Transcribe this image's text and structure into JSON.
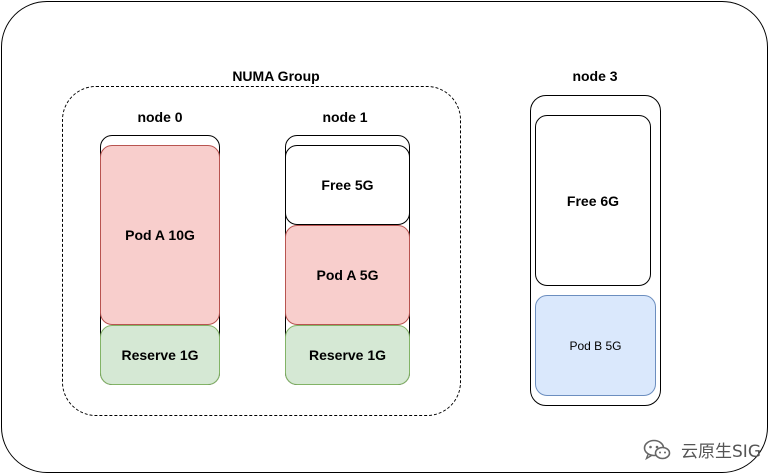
{
  "group": {
    "title": "NUMA Group"
  },
  "nodes": [
    {
      "title": "node 0",
      "blocks": [
        {
          "label": "Pod A 10G",
          "kind": "pod-a"
        },
        {
          "label": "Reserve 1G",
          "kind": "reserve"
        }
      ]
    },
    {
      "title": "node 1",
      "blocks": [
        {
          "label": "Free 5G",
          "kind": "free"
        },
        {
          "label": "Pod A 5G",
          "kind": "pod-a"
        },
        {
          "label": "Reserve 1G",
          "kind": "reserve"
        }
      ]
    },
    {
      "title": "node 3",
      "blocks": [
        {
          "label": "Free 6G",
          "kind": "free"
        },
        {
          "label": "Pod B 5G",
          "kind": "pod-b"
        }
      ]
    }
  ],
  "colors": {
    "pod_a_fill": "#f8cecc",
    "pod_a_stroke": "#b85450",
    "reserve_fill": "#d5e8d4",
    "reserve_stroke": "#82b366",
    "pod_b_fill": "#dae8fc",
    "pod_b_stroke": "#6c8ebf",
    "free_fill": "#ffffff"
  },
  "watermark": {
    "text": "云原生SIG",
    "icon": "wechat-icon"
  }
}
